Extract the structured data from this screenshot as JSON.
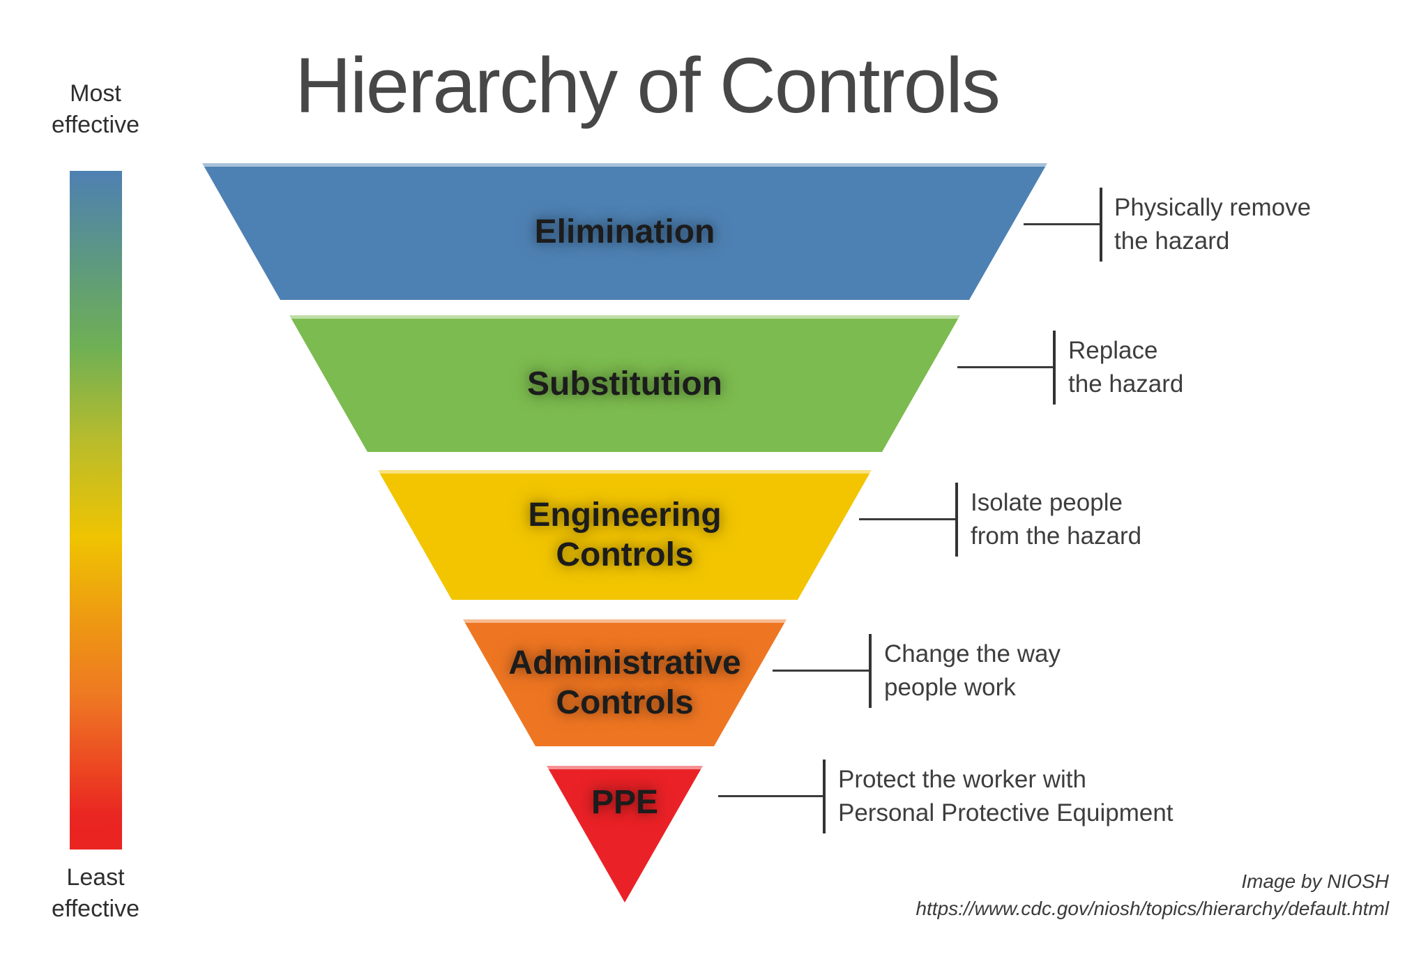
{
  "title": "Hierarchy of Controls",
  "scale": {
    "top_label": "Most effective",
    "bottom_label": "Least effective",
    "gradient_colors": [
      "#4E80B2",
      "#6FB055",
      "#EFC402",
      "#EE7623",
      "#EA2420"
    ]
  },
  "levels": [
    {
      "name": "Elimination",
      "color": "#4E81B3",
      "label_lines": [
        "Elimination"
      ],
      "desc_lines": [
        "Physically remove",
        "the hazard"
      ]
    },
    {
      "name": "Substitution",
      "color": "#7CBB4F",
      "label_lines": [
        "Substitution"
      ],
      "desc_lines": [
        "Replace",
        "the hazard"
      ]
    },
    {
      "name": "Engineering Controls",
      "color": "#F2C500",
      "label_lines": [
        "Engineering",
        "Controls"
      ],
      "desc_lines": [
        "Isolate people",
        "from the hazard"
      ]
    },
    {
      "name": "Administrative Controls",
      "color": "#EE7623",
      "label_lines": [
        "Administrative",
        "Controls"
      ],
      "desc_lines": [
        "Change the way",
        "people work"
      ]
    },
    {
      "name": "PPE",
      "color": "#EA2227",
      "label_lines": [
        "PPE"
      ],
      "desc_lines": [
        "Protect the worker with",
        "Personal Protective Equipment"
      ]
    }
  ],
  "credits": {
    "attribution": "Image by NIOSH",
    "url": "https://www.cdc.gov/niosh/topics/hierarchy/default.html"
  }
}
